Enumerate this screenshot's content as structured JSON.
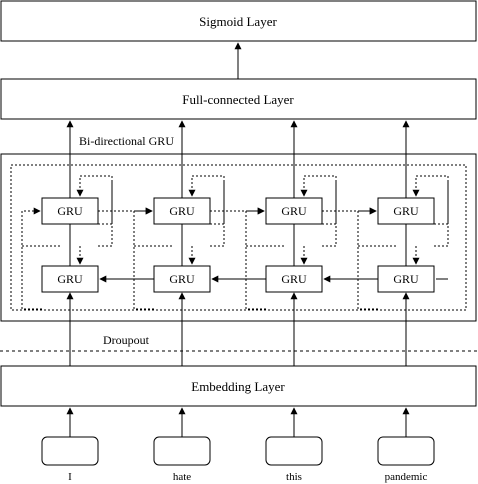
{
  "layers": {
    "sigmoid": "Sigmoid Layer",
    "fully_connected": "Full-connected Layer",
    "embedding": "Embedding Layer"
  },
  "bigru": {
    "label": "Bi-directional GRU",
    "cell_label": "GRU"
  },
  "dropout_label": "Droupout",
  "inputs": [
    "I",
    "hate",
    "this",
    "pandemic"
  ],
  "colors": {
    "stroke": "#000000",
    "background": "#ffffff"
  }
}
